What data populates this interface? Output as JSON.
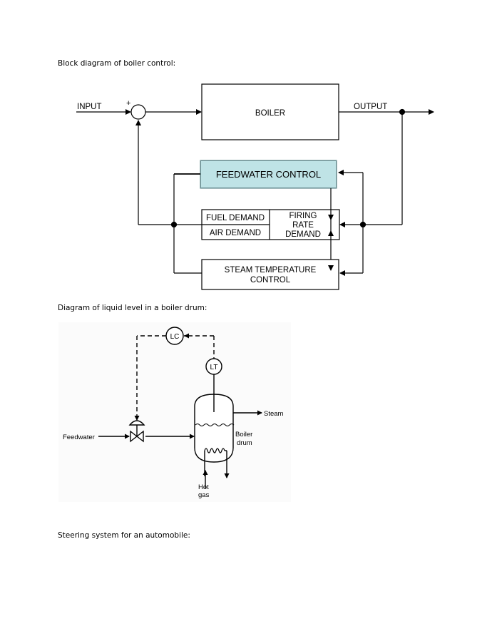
{
  "captions": {
    "boiler_control": "Block diagram of boiler control:",
    "liquid_level": "Diagram of liquid level in a boiler drum:",
    "steering": "Steering system for an automobile:"
  },
  "block_diagram": {
    "input": "INPUT",
    "plus": "+",
    "output": "OUTPUT",
    "boiler": "BOILER",
    "feedwater_control": "FEEDWATER CONTROL",
    "fuel_demand": "FUEL DEMAND",
    "air_demand": "AIR DEMAND",
    "firing_rate": [
      "FIRING",
      "RATE",
      "DEMAND"
    ],
    "steam_temp": [
      "STEAM TEMPERATURE",
      "CONTROL"
    ],
    "feedwater_fill": "#bfe3e6"
  },
  "drum_diagram": {
    "lc": "LC",
    "lt": "LT",
    "steam": "Steam",
    "feedwater": "Feedwater",
    "boiler_drum": [
      "Boiler",
      "drum"
    ],
    "hot_gas": [
      "Hot",
      "gas"
    ]
  }
}
